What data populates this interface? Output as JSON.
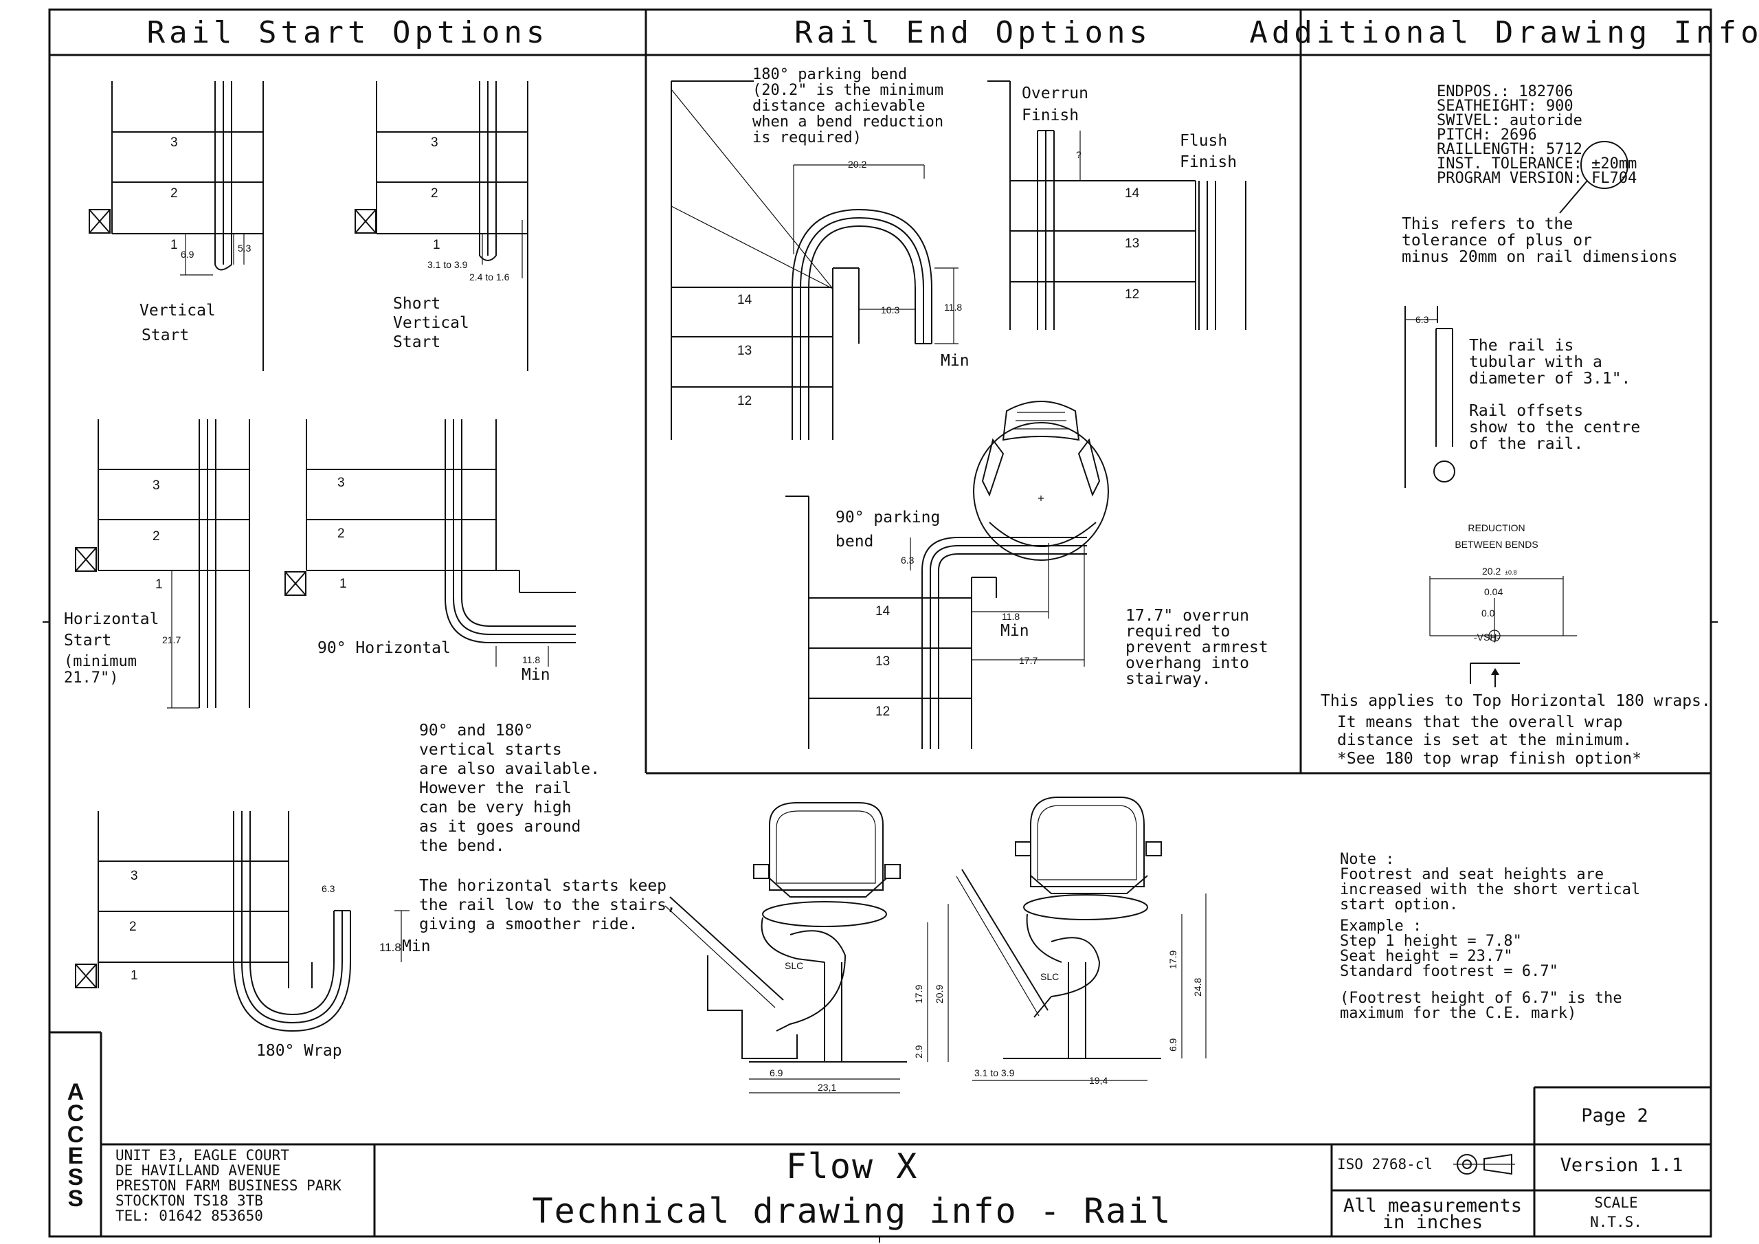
{
  "headers": {
    "rail_start": "Rail Start Options",
    "rail_end": "Rail End Options",
    "additional": "Additional Drawing Info"
  },
  "start": {
    "vertical": [
      "Vertical",
      "Start"
    ],
    "short_vertical": [
      "Short",
      "Vertical",
      "Start"
    ],
    "horizontal": [
      "Horizontal",
      "Start",
      "(minimum",
      " 21.7\")"
    ],
    "ninety_horizontal": "90° Horizontal",
    "wrap": "180° Wrap",
    "steps": {
      "s1": "1",
      "s2": "2",
      "s3": "3"
    },
    "dims": {
      "d69": "6.9",
      "d53": "5.3",
      "d3139": "3.1 to 3.9",
      "d2416": "2.4 to 1.6",
      "d217": "21.7",
      "d118": "11.8",
      "min": "Min",
      "d63": "6.3",
      "d118min": "11.8"
    },
    "note_90_180": [
      "90° and 180°",
      "vertical starts",
      "are also available.",
      "However the rail",
      "can be very high",
      "as it goes around",
      "the bend."
    ],
    "note_horizontal": [
      "The horizontal starts keep",
      "the rail low to the stairs,",
      "giving a smoother ride."
    ]
  },
  "end": {
    "parking180": [
      "180° parking bend",
      "(20.2\" is the minimum",
      "distance achievable",
      "when a bend reduction",
      "is required)"
    ],
    "overrun": [
      "Overrun",
      "Finish"
    ],
    "flush": [
      "Flush",
      "Finish"
    ],
    "parking90": [
      "90° parking",
      "bend"
    ],
    "overrun_note": [
      "17.7\" overrun",
      "required to",
      "prevent armrest",
      "overhang into",
      "stairway."
    ],
    "steps": {
      "s12": "12",
      "s13": "13",
      "s14": "14"
    },
    "dims": {
      "d202": "20.2",
      "d103": "10.3",
      "d118": "11.8",
      "min": "Min",
      "q": "?",
      "d63": "6.3",
      "d177": "17.7"
    }
  },
  "info": {
    "specs": [
      "ENDPOS.: 182706",
      "SEATHEIGHT: 900",
      "SWIVEL: autoride",
      "PITCH: 2696",
      "RAILLENGTH: 5712",
      "INST. TOLERANCE: ±20mm",
      "PROGRAM VERSION: FL704"
    ],
    "tolerance_note": [
      "This refers to the",
      "tolerance of plus or",
      "minus 20mm on rail dimensions"
    ],
    "tube_note": [
      "The rail is",
      "tubular with a",
      "diameter of 3.1\".",
      "",
      "Rail offsets",
      "show to the centre",
      "of the rail."
    ],
    "tube_dim": "6.3",
    "reduction": [
      "REDUCTION",
      "BETWEEN BENDS"
    ],
    "reduction_dims": {
      "top": "20.2",
      "top_sub": "±0.8",
      "mid": "0.04",
      "low": "0.0",
      "vsh": "-VSH-"
    },
    "top_note": [
      "This applies to Top Horizontal 180 wraps.",
      "It means that the overall wrap",
      "distance is set at the minimum.",
      "*See 180 top wrap finish option*"
    ],
    "seat_note": [
      "Note :",
      "Footrest and seat heights are",
      "increased with the short vertical",
      "start option.",
      "Example :",
      "Step 1 height = 7.8\"",
      "Seat height = 23.7\"",
      "Standard footrest = 6.7\"",
      "",
      "(Footrest height of 6.7\" is the",
      "maximum for the C.E. mark)"
    ]
  },
  "chairs": {
    "left": {
      "d179": "17.9",
      "d209": "20.9",
      "d29": "2.9",
      "d69": "6.9",
      "d231": "23,1",
      "slc": "SLC"
    },
    "right": {
      "d179": "17.9",
      "d248": "24.8",
      "d69": "6.9",
      "d3139": "3.1 to 3.9",
      "d194": "19,4",
      "slc": "SLC"
    }
  },
  "title_block": {
    "logo": "ACCESS",
    "address": [
      "UNIT E3, EAGLE COURT",
      "DE HAVILLAND AVENUE",
      "PRESTON FARM BUSINESS PARK",
      "STOCKTON TS18 3TB",
      "TEL: 01642 853650"
    ],
    "title": "Flow X",
    "subtitle": "Technical drawing info - Rail",
    "iso": "ISO 2768-cl",
    "measurements": [
      "All measurements",
      "in inches"
    ],
    "page": "Page 2",
    "version": "Version 1.1",
    "scale": [
      "SCALE",
      "N.T.S."
    ]
  }
}
